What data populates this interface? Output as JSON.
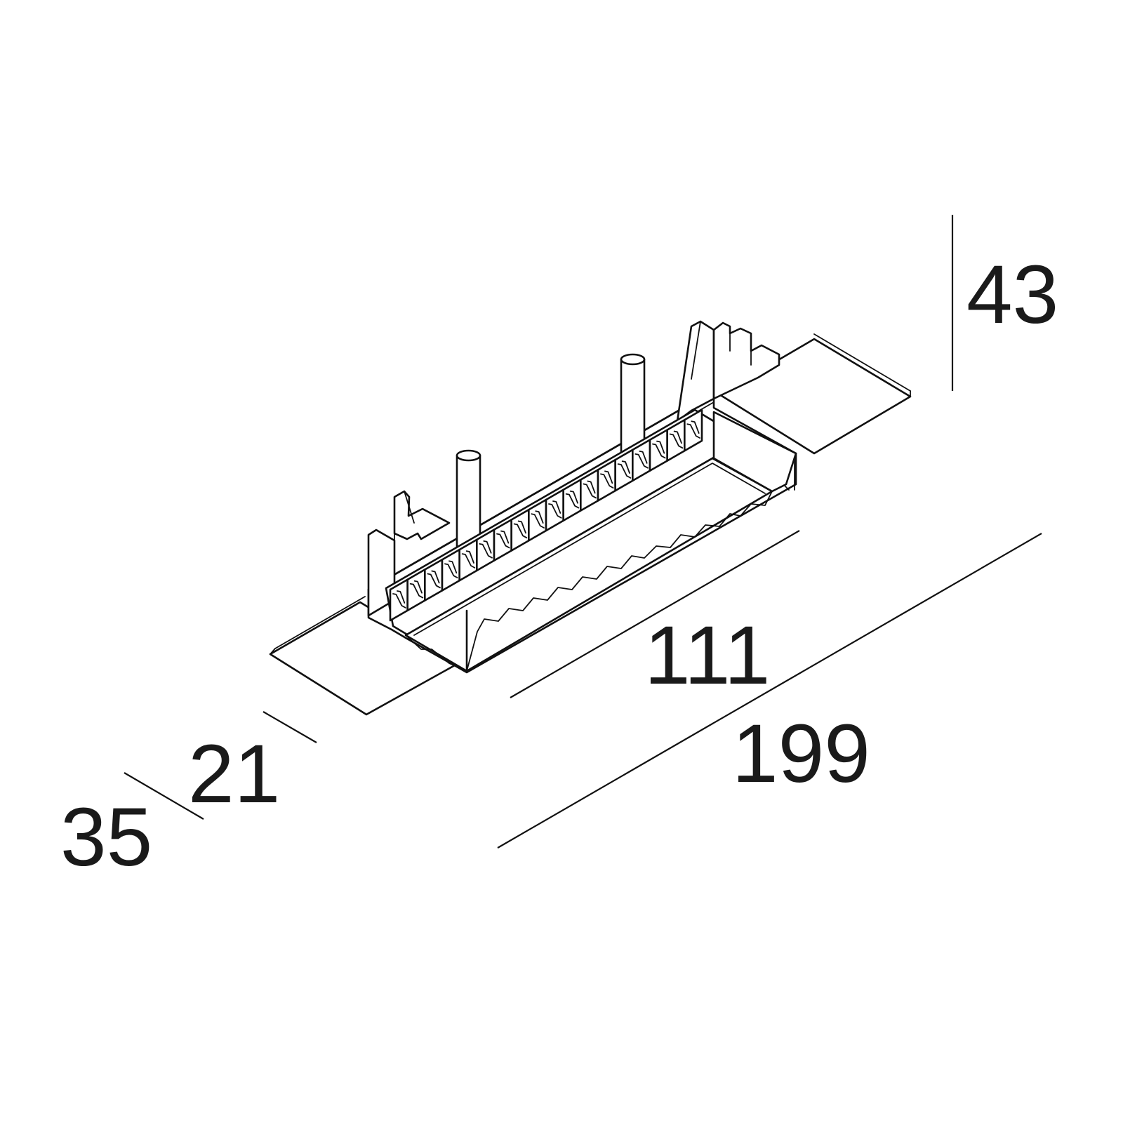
{
  "dimensions": {
    "height": "43",
    "inner_length": "111",
    "outer_length": "199",
    "inner_width": "21",
    "outer_width": "35"
  },
  "colors": {
    "line": "#111111",
    "text": "#1a1a1a",
    "background": "#ffffff"
  },
  "optic_cells": 18
}
